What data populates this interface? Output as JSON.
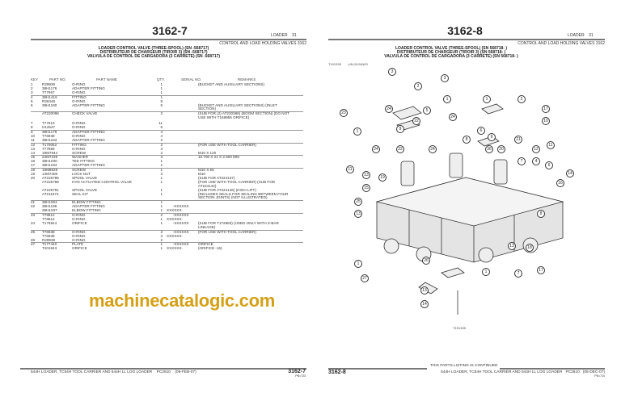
{
  "left": {
    "page_number": "3162-7",
    "section": "LOADER",
    "section_no": "31",
    "group_title": "CONTROL AND LOAD HOLDING VALVES 3162",
    "headings": [
      "LOADER CONTROL VALVE (THREE-SPOOL) (SN     -568717)",
      "DISTRIBUTEUR DE CHARGEUR (TIROIR 3) (SN     -568717)",
      "VALVULA DE CONTROL DE CARGADORA (3 CARRETE) (SN     -568717)"
    ],
    "columns": {
      "key": "KEY",
      "part": "PART NO.",
      "name": "PART NAME",
      "qty": "QTY.",
      "serial": "SERIAL NO.",
      "remarks": "REMARKS"
    },
    "rows": [
      {
        "key": "1",
        "part": "R29936",
        "name": "O-RING",
        "qty": "1",
        "serial": "",
        "remarks": "(BUCKET AND AUXILIARY SECTIONS)"
      },
      {
        "key": "2",
        "part": "38H1176",
        "name": "ADAPTER FITTING",
        "qty": "1",
        "serial": "",
        "remarks": ""
      },
      {
        "key": "3",
        "part": "T77657",
        "name": "O-RING",
        "qty": "1",
        "serial": "",
        "remarks": ""
      },
      {
        "key": "4",
        "part": "38H1416",
        "name": "FITTING",
        "qty": "1",
        "serial": "",
        "remarks": "",
        "rule": true
      },
      {
        "key": "5",
        "part": "R26448",
        "name": "O-RING",
        "qty": "8",
        "serial": "",
        "remarks": ""
      },
      {
        "key": "6",
        "part": "38H1160",
        "name": "ADAPTER FITTING",
        "qty": "5",
        "serial": "",
        "remarks": "(BUCKET AND AUXILIARY SECTIONS) (INLET\n SECTION)"
      },
      {
        "key": "",
        "part": "AT220096",
        "name": "CHECK VALVE",
        "qty": "2",
        "serial": "",
        "remarks": "(SUB FOR (2) AT220388) (BOOM SECTION) (DO NOT\n USE WITH T169955 ORIFICE)",
        "rule": true
      },
      {
        "key": "7",
        "part": "T77613",
        "name": "O-RING",
        "qty": "11",
        "serial": "",
        "remarks": "",
        "gap": true
      },
      {
        "key": "8",
        "part": "U12547",
        "name": "O-RING",
        "qty": "6",
        "serial": "",
        "remarks": ""
      },
      {
        "key": "9",
        "part": "38H1179",
        "name": "ADAPTER FITTING",
        "qty": "4",
        "serial": "",
        "remarks": "",
        "rule": true
      },
      {
        "key": "10",
        "part": "T76938",
        "name": "O-RING",
        "qty": "4",
        "serial": "",
        "remarks": ""
      },
      {
        "key": "11",
        "part": "38H1163",
        "name": "ADAPTER FITTING",
        "qty": "2",
        "serial": "",
        "remarks": ""
      },
      {
        "key": "12",
        "part": "T170062",
        "name": "FITTING",
        "qty": "2",
        "serial": "",
        "remarks": "(FOR USE WITH TOOL CARRIER)",
        "rule": true
      },
      {
        "key": "13",
        "part": "T77858",
        "name": "O-RING",
        "qty": "3",
        "serial": "",
        "remarks": ""
      },
      {
        "key": "14",
        "part": "19M7944",
        "name": "SCREW",
        "qty": "2",
        "serial": "",
        "remarks": "M10 X 120"
      },
      {
        "key": "15",
        "part": "24M7239",
        "name": "WASHER",
        "qty": "3",
        "serial": "",
        "remarks": "10.700 X 21 X 2.500 MM",
        "rule": true
      },
      {
        "key": "16",
        "part": "38H1030",
        "name": "TEE FITTING",
        "qty": "1",
        "serial": "",
        "remarks": ""
      },
      {
        "key": "17",
        "part": "38H1194",
        "name": "ADAPTER FITTING",
        "qty": "1",
        "serial": "",
        "remarks": ""
      },
      {
        "key": "18",
        "part": "19M8528",
        "name": "SCREW",
        "qty": "1",
        "serial": "",
        "remarks": "M10 X 55",
        "rule": true
      },
      {
        "key": "19",
        "part": "14M7400",
        "name": "LOCK NUT",
        "qty": "3",
        "serial": "",
        "remarks": "M10"
      },
      {
        "key": "20",
        "part": "AT225785",
        "name": "SPOOL VALVE",
        "qty": "1",
        "serial": "",
        "remarks": "(SUB FOR AT224137)"
      },
      {
        "key": "",
        "part": "AT225788",
        "name": "HYD ACTUATED CONTROL VALVE",
        "qty": "1",
        "serial": "",
        "remarks": "(FOR USE WITH TOOL CARRIER) (SUB FOR\n AT224144)"
      },
      {
        "key": "",
        "part": "AT225791",
        "name": "SPOOL VALVE",
        "qty": "1",
        "serial": "",
        "remarks": "(SUB FOR AT224146) (HIGH LIFT)"
      },
      {
        "key": "",
        "part": "AT211574",
        "name": "SEAL KIT",
        "qty": "1",
        "serial": "",
        "remarks": "(INCLUDES SEALS FOR SEALING BETWEEN FOUR\n SECTION JOINTS) (NOT ILLUSTRATED)"
      },
      {
        "key": "21",
        "part": "38H1004",
        "name": "ELBOW FITTING",
        "qty": "1",
        "serial": "",
        "remarks": "",
        "rule": true
      },
      {
        "key": "22",
        "part": "38H1196",
        "name": "ADAPTER FITTING",
        "qty": "1",
        "serial": "      -XXXXXX",
        "remarks": ""
      },
      {
        "key": "",
        "part": "38H1037",
        "name": "ELBOW FITTING",
        "qty": "1",
        "serial": "XXXXXX-",
        "remarks": ""
      },
      {
        "key": "23",
        "part": "T78612",
        "name": "O-RING",
        "qty": "2",
        "serial": "      -XXXXXX",
        "remarks": "",
        "rule": true
      },
      {
        "key": "",
        "part": "T78612",
        "name": "O-RING",
        "qty": "1",
        "serial": "XXXXXX-",
        "remarks": ""
      },
      {
        "key": "24",
        "part": "T176944",
        "name": "ORIFICE",
        "qty": "1",
        "serial": "      -XXXXXX",
        "remarks": "(SUB FOR T172883) (USED ONLY WITH Z-BAR\n LINKAGE)"
      },
      {
        "key": "25",
        "part": "T76938",
        "name": "O-RING",
        "qty": "2",
        "serial": "      -XXXXXX",
        "remarks": "(FOR USE WITH TOOL CARRIER)",
        "rule": true
      },
      {
        "key": "",
        "part": "T76938",
        "name": "O-RING",
        "qty": "3",
        "serial": "XXXXXX-",
        "remarks": ""
      },
      {
        "key": "26",
        "part": "R29936",
        "name": "O-RING",
        "qty": "2",
        "serial": "",
        "remarks": ""
      },
      {
        "key": "27",
        "part": "T177440",
        "name": "PLATE",
        "qty": "1",
        "serial": "      -XXXXXX",
        "remarks": "ORIFICE",
        "rule": true
      },
      {
        "key": "",
        "part": "T201843",
        "name": "ORIFICE",
        "qty": "1",
        "serial": "XXXXXX-",
        "remarks": "(ORIFICE -16)"
      }
    ],
    "footer": {
      "title": "544H LOADER, TC54H TOOL CARRIER AND 544H LL LOG LOADER",
      "catalog": "PC2610",
      "date": "(09-FEB-07)",
      "page": "3162-7",
      "pn": "PN=723"
    }
  },
  "right": {
    "page_number": "3162-8",
    "section": "LOADER",
    "section_no": "31",
    "group_title": "CONTROL AND LOAD HOLDING VALVES 3162",
    "headings": [
      "LOADER CONTROL VALVE (THREE-SPOOL) (SN 568718-     )",
      "DISTRIBUTEUR DE CHARGEUR (TIROIR 3) (SN 568718-     )",
      "VALVULA DE CONTROL DE CARGADORA (3 CARRETE) (SN 568718-     )"
    ],
    "figure_id": "T191335",
    "figure_code": "-UN-24JUN03",
    "figure_caption": "T191335",
    "callouts": [
      "3",
      "2",
      "3",
      "1",
      "23",
      "24",
      "5",
      "1",
      "2",
      "17",
      "24",
      "22",
      "9",
      "1",
      "6",
      "10",
      "9",
      "24",
      "22",
      "24",
      "21",
      "8",
      "26",
      "20",
      "12",
      "11",
      "4",
      "7",
      "11",
      "13",
      "19",
      "15",
      "25",
      "6",
      "14",
      "16",
      "13",
      "8",
      "13",
      "18",
      "17",
      "1",
      "27",
      "26",
      "1",
      "7",
      "13",
      "14"
    ],
    "continued": "THIS PARTS LISTING IS CONTINUED",
    "footer": {
      "page": "3162-8",
      "title": "544H LOADER, TC54H TOOL CARRIER AND 544H LL LOG LOADER",
      "catalog": "PC2610",
      "date": "(08-DEC-07)",
      "pn": "PN=724"
    }
  },
  "watermark": "machinecatalogic.com",
  "colors": {
    "watermark": "#d4a017",
    "rule": "#777777"
  }
}
